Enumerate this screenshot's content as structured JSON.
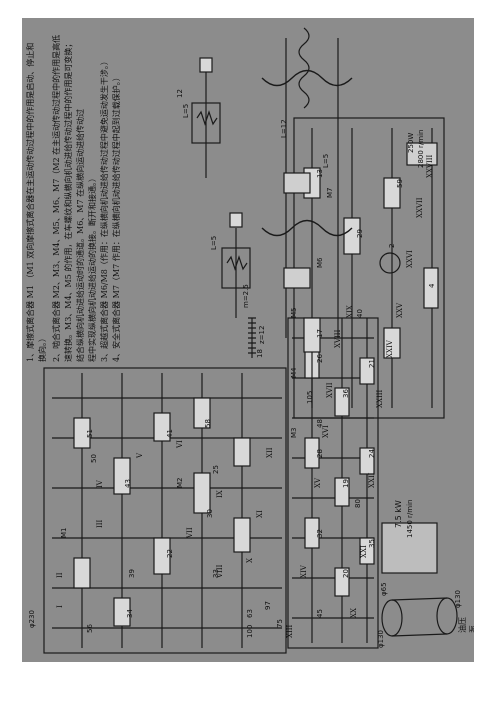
{
  "notes": [
    "1、摩擦式离合器 M1 （M1 双向摩擦式离合器在主运动传动过程中的作用是启动、停止和",
    "换向。）",
    "2、啮合式离合器 M2、M3、M4、M5、M6、M7（M2 在主运动传动过程中的作用是高低",
    "速转换。M3、M4、M5 的作用，在车螺纹和纵横向机动进给传动过程中的作用是可变换；",
    "结合纵横向机动进给运动时的通道。M6、M7 在纵横向运动进给传动过",
    "程中实现纵横向机动进给运动的换接。断开和接通。）",
    "3、超越式离合器 M6/M8（作用：在纵横向机动进给传动过程中避免运动发生干涉。）",
    "4、安全式离合器 M7（M7 作用：在纵横向机动进给传动过程中起到过载保护。）"
  ],
  "labels": {
    "roman": [
      "I",
      "II",
      "III",
      "IV",
      "V",
      "VI",
      "VII",
      "VIII",
      "IX",
      "X",
      "XI",
      "XII",
      "XIII",
      "XIV",
      "XV",
      "XVI",
      "XVII",
      "XVIII",
      "XIX",
      "XX",
      "XXI",
      "XXII",
      "XXIII",
      "XXIV",
      "XXV",
      "XXVI",
      "XXVII",
      "XXVIII"
    ],
    "teeth": [
      "56",
      "51",
      "43",
      "50",
      "34",
      "39",
      "22",
      "30",
      "41",
      "58",
      "63",
      "100",
      "75",
      "97",
      "25",
      "33",
      "26",
      "28",
      "32",
      "36",
      "19",
      "20",
      "21",
      "24",
      "35",
      "45",
      "48",
      "40",
      "80",
      "13",
      "29",
      "59",
      "17",
      "105",
      "2",
      "4",
      "12",
      "18"
    ],
    "pulley_top": "φ230",
    "pulley_bottom_left": "φ130",
    "pulley_bottom_right": "φ130",
    "pulley_mid": "φ65",
    "motor_power": "7.5 kW",
    "motor_speed": "1450 r/min",
    "feed_motor": "250W",
    "feed_speed": "2800 r/min",
    "pump": "油压泵",
    "lead_screw_pitch": "L=12",
    "rack_module": "m=2.5",
    "rack_teeth": "z=12",
    "L5_top": "L=5",
    "L5_mid": "L=5",
    "L5_right": "L=5",
    "clutches": [
      "M1",
      "M2",
      "M3",
      "M4",
      "M5",
      "M6",
      "M7"
    ]
  }
}
